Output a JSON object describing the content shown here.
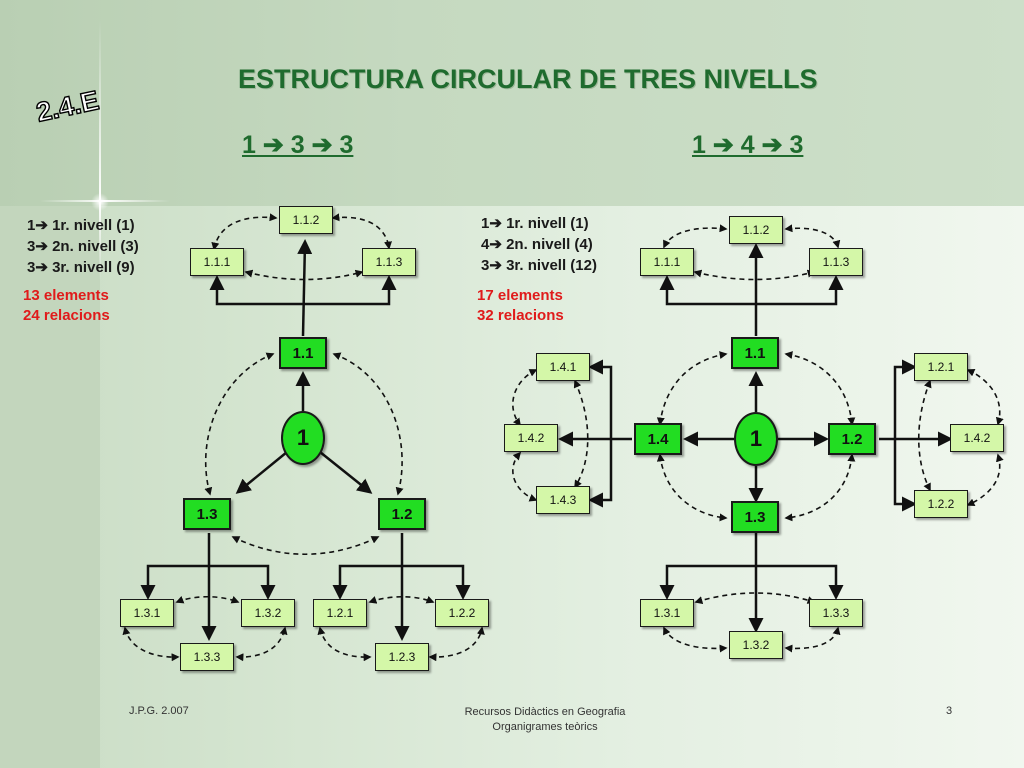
{
  "slide": {
    "badge": "2.4.E",
    "title": "ESTRUCTURA CIRCULAR DE TRES NIVELLS",
    "subtitle_left": "1 ➔ 3 ➔ 3",
    "subtitle_right": "1 ➔ 4 ➔ 3"
  },
  "left_diagram": {
    "legend": [
      "1➔ 1r. nivell (1)",
      "3➔ 2n. nivell (3)",
      "3➔ 3r. nivell (9)"
    ],
    "counts": [
      "13 elements",
      "24 relacions"
    ],
    "nodes": {
      "root": "1",
      "n11": "1.1",
      "n12": "1.2",
      "n13": "1.3",
      "n111": "1.1.1",
      "n112": "1.1.2",
      "n113": "1.1.3",
      "n121": "1.2.1",
      "n122": "1.2.2",
      "n123": "1.2.3",
      "n131": "1.3.1",
      "n132": "1.3.2",
      "n133": "1.3.3"
    }
  },
  "right_diagram": {
    "legend": [
      "1➔ 1r. nivell (1)",
      "4➔ 2n. nivell (4)",
      "3➔ 3r. nivell (12)"
    ],
    "counts": [
      "17 elements",
      "32 relacions"
    ],
    "nodes": {
      "root": "1",
      "n11": "1.1",
      "n12": "1.2",
      "n13": "1.3",
      "n14": "1.4",
      "n111": "1.1.1",
      "n112": "1.1.2",
      "n113": "1.1.3",
      "n121": "1.2.1",
      "n122": "1.4.2",
      "n123": "1.2.2",
      "n131": "1.3.1",
      "n132": "1.3.2",
      "n133": "1.3.3",
      "n141": "1.4.1",
      "n142": "1.4.2",
      "n143": "1.4.3"
    }
  },
  "footer": {
    "author": "J.P.G. 2.007",
    "line1": "Recursos Didàctics en Geografia",
    "line2": "Organigrames teòrics",
    "page": "3"
  },
  "colors": {
    "level2_fill": "#22dd22",
    "level3_fill": "#d4f7a8",
    "root_fill": "#22dd22",
    "title": "#1f6b2e",
    "highlight": "#e01b1b"
  }
}
